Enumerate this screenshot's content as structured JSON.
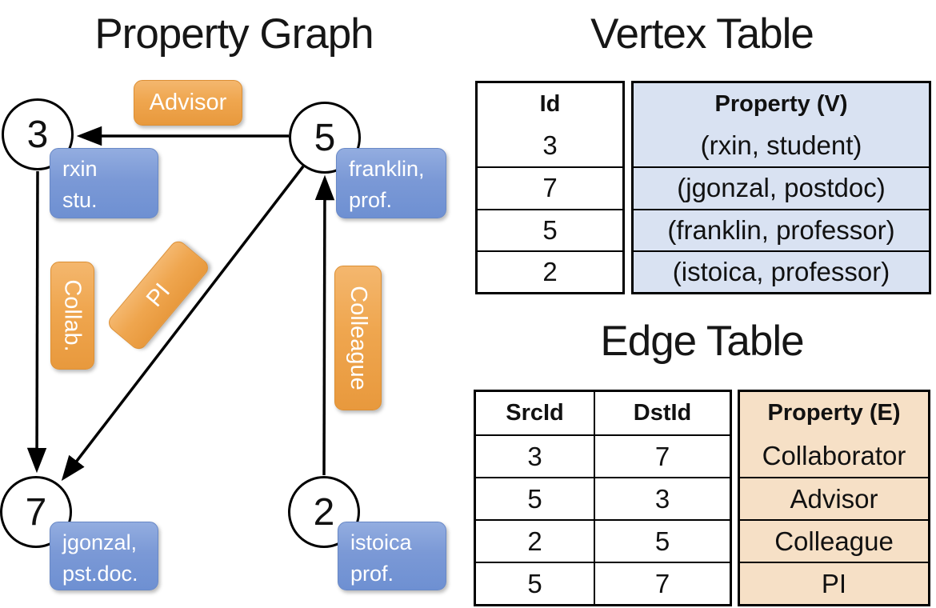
{
  "colors": {
    "edge_line": "#000000",
    "vertex_box_blue": "#7b99d6",
    "edge_label_orange": "#efa64f",
    "vertex_table_cell_bg": "#d9e2f2",
    "edge_table_cell_bg": "#f6e0c6"
  },
  "property_graph": {
    "title": "Property Graph",
    "nodes": [
      {
        "id": "3",
        "prop_line1": "rxin",
        "prop_line2": "stu."
      },
      {
        "id": "5",
        "prop_line1": "franklin,",
        "prop_line2": "prof."
      },
      {
        "id": "7",
        "prop_line1": "jgonzal,",
        "prop_line2": "pst.doc."
      },
      {
        "id": "2",
        "prop_line1": "istoica",
        "prop_line2": "prof."
      }
    ],
    "edge_labels": {
      "advisor": "Advisor",
      "collab": "Collab.",
      "pi": "PI",
      "colleague": "Colleague"
    }
  },
  "vertex_table": {
    "title": "Vertex Table",
    "headers": {
      "id": "Id",
      "property": "Property (V)"
    },
    "rows": [
      {
        "id": "3",
        "property": "(rxin, student)"
      },
      {
        "id": "7",
        "property": "(jgonzal, postdoc)"
      },
      {
        "id": "5",
        "property": "(franklin, professor)"
      },
      {
        "id": "2",
        "property": "(istoica, professor)"
      }
    ]
  },
  "edge_table": {
    "title": "Edge Table",
    "headers": {
      "src": "SrcId",
      "dst": "DstId",
      "property": "Property (E)"
    },
    "rows": [
      {
        "src": "3",
        "dst": "7",
        "property": "Collaborator"
      },
      {
        "src": "5",
        "dst": "3",
        "property": "Advisor"
      },
      {
        "src": "2",
        "dst": "5",
        "property": "Colleague"
      },
      {
        "src": "5",
        "dst": "7",
        "property": "PI"
      }
    ]
  }
}
